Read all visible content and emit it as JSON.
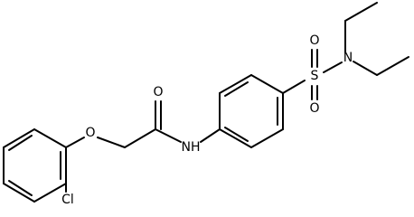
{
  "atom_labels": {
    "oxygen_ether": "O",
    "oxygen_carbonyl": "O",
    "nitrogen_amide": "NH",
    "sulfur": "S",
    "oxygen_sulfonyl_top": "O",
    "oxygen_sulfonyl_bottom": "O",
    "nitrogen_amine": "N",
    "chlorine": "Cl"
  },
  "colors": {
    "bond": "#000000",
    "label": "#000000",
    "background": "#ffffff"
  }
}
